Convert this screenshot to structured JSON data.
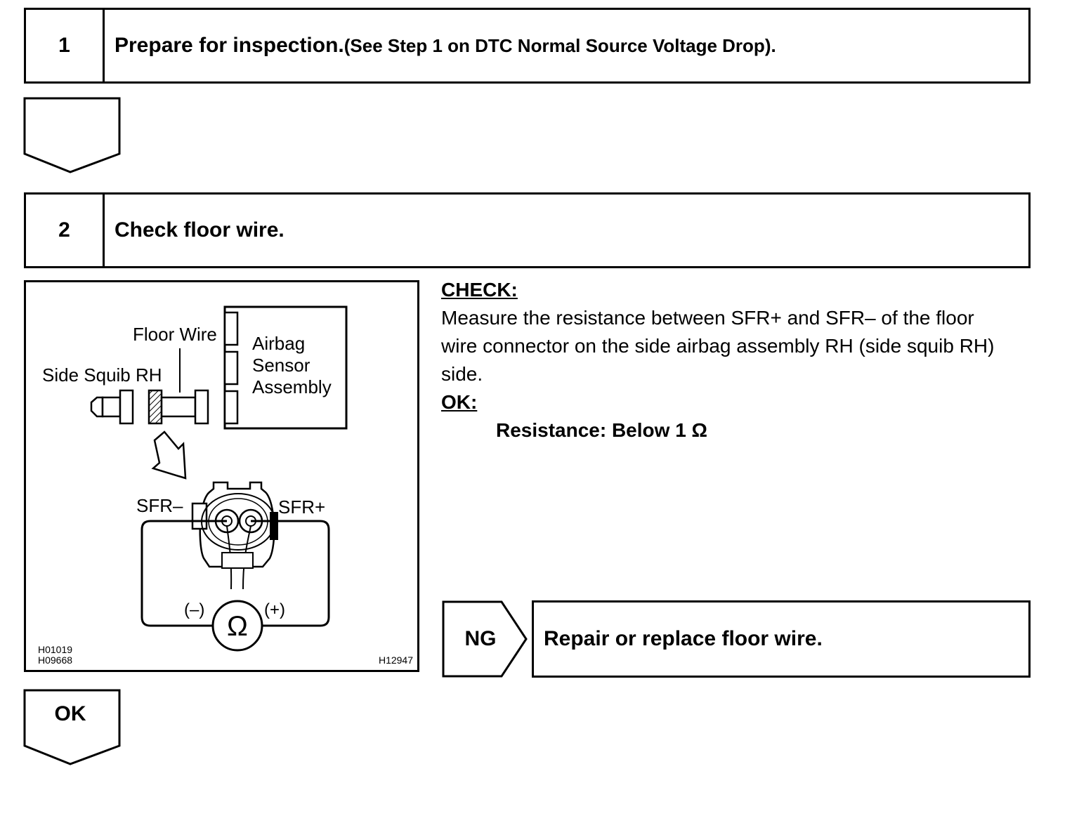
{
  "step1": {
    "number": "1",
    "title": "Prepare for inspection.",
    "title_note": "(See Step 1 on DTC Normal Source Voltage Drop)."
  },
  "step2": {
    "number": "2",
    "title": "Check floor wire."
  },
  "diagram": {
    "label_floor_wire": "Floor Wire",
    "label_side_squib": "Side Squib RH",
    "label_airbag_1": "Airbag",
    "label_airbag_2": "Sensor",
    "label_airbag_3": "Assembly",
    "label_sfr_minus": "SFR–",
    "label_sfr_plus": "SFR+",
    "label_probe_minus": "(–)",
    "label_probe_plus": "(+)",
    "ohm_symbol": "Ω",
    "code_left_1": "H01019",
    "code_left_2": "H09668",
    "code_right": "H12947"
  },
  "check": {
    "heading": "CHECK:",
    "line1": "Measure the resistance between SFR+ and SFR– of the floor",
    "line2": "wire connector on the side airbag assembly RH (side squib RH)",
    "line3": "side.",
    "ok_heading": "OK:",
    "spec": "Resistance: Below 1 Ω"
  },
  "ng_branch": {
    "label": "NG",
    "action": "Repair or replace floor wire."
  },
  "ok_branch": {
    "label": "OK"
  }
}
